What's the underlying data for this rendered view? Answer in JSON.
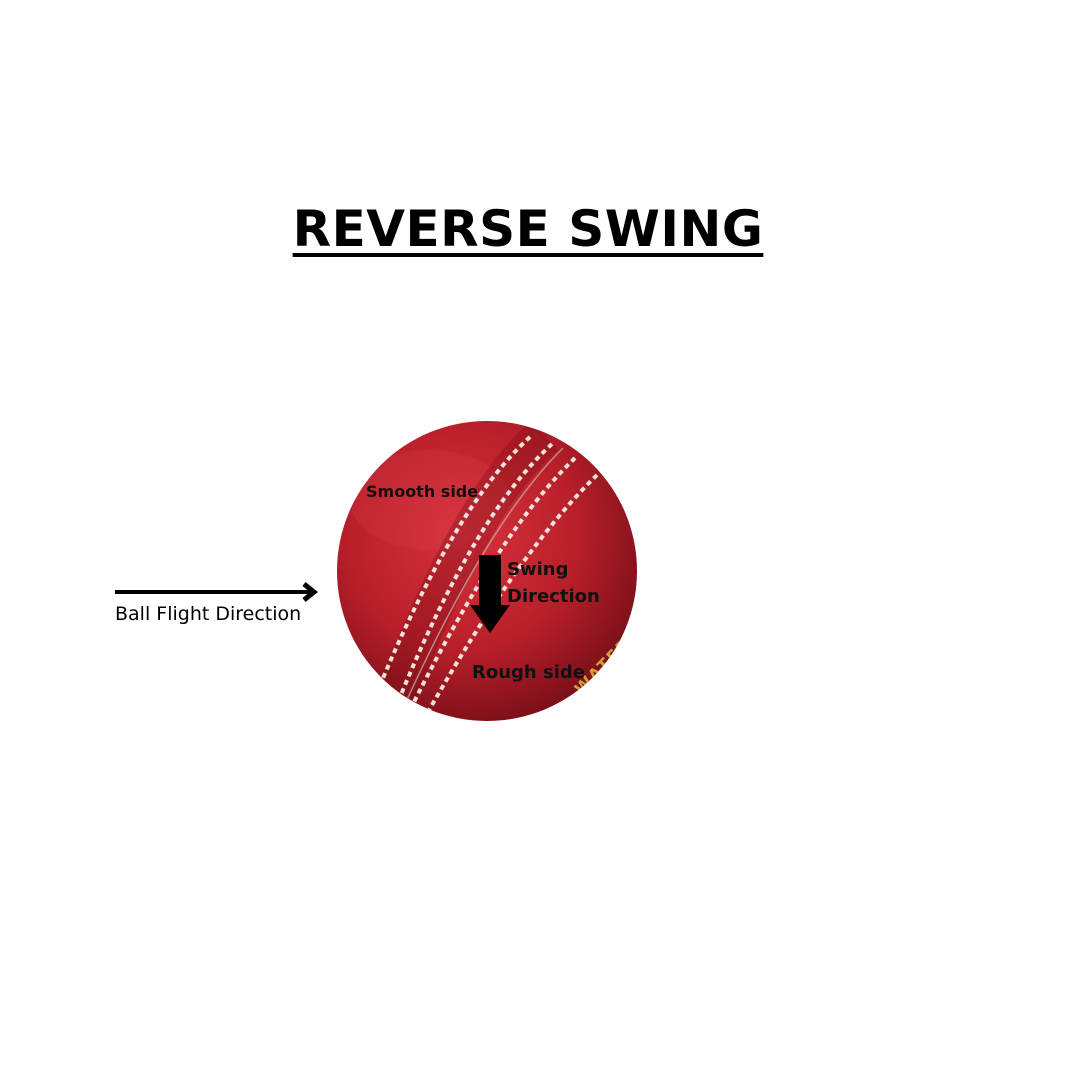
{
  "title": "REVERSE SWING",
  "flight": {
    "label": "Ball Flight Direction"
  },
  "ball": {
    "smooth_label": "Smooth side",
    "rough_label": "Rough side",
    "swing_label_line1": "Swing",
    "swing_label_line2": "Direction",
    "brand_text": "WATER PROOF"
  },
  "colors": {
    "ball_red": "#b81f2a",
    "ball_dark": "#6e0c14",
    "seam": "#f1e1d8",
    "gold_text": "#c9a434",
    "arrow": "#000000"
  },
  "icons": {
    "flight_arrow": "arrow-right-icon",
    "swing_arrow": "arrow-down-icon"
  }
}
